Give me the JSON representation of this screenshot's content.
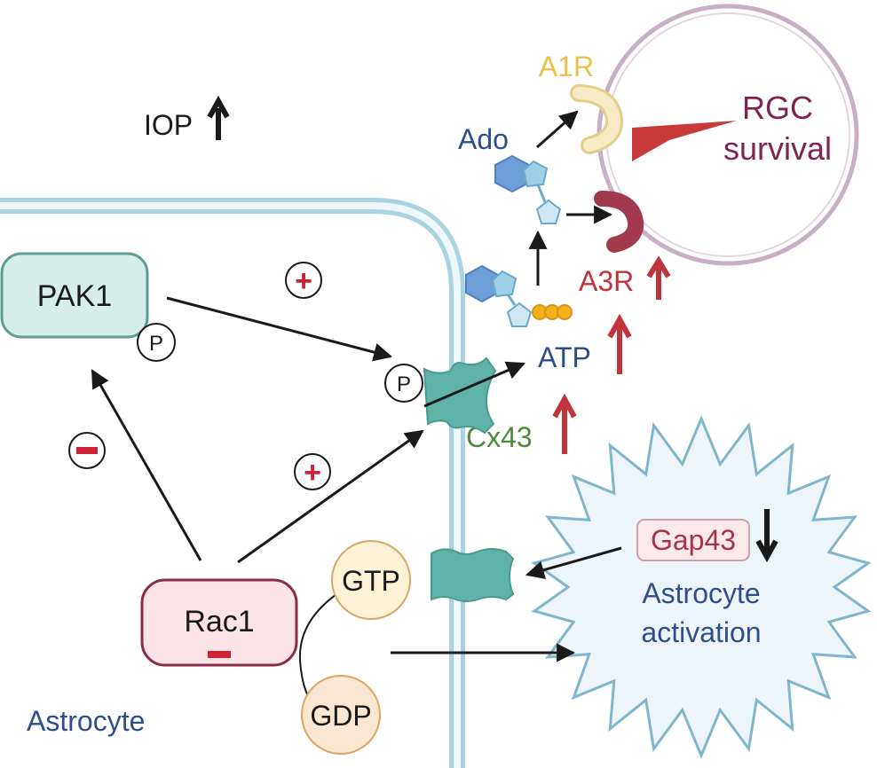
{
  "labels": {
    "iop": "IOP",
    "a1r": "A1R",
    "ado": "Ado",
    "rgc_line1": "RGC",
    "rgc_line2": "survival",
    "pak1": "PAK1",
    "p_symbol": "P",
    "plus": "+",
    "minus": "−",
    "a3r": "A3R",
    "atp": "ATP",
    "cx43": "Cx43",
    "gap43": "Gap43",
    "activation_line1": "Astrocyte",
    "activation_line2": "activation",
    "rac1": "Rac1",
    "gtp": "GTP",
    "gdp": "GDP",
    "astrocyte": "Astrocyte"
  },
  "colors": {
    "cell_membrane": "#a9d3e2",
    "pak1_fill": "#d6eeea",
    "pak1_stroke": "#5e9e95",
    "rac1_fill": "#fbe3e8",
    "rac1_stroke": "#8b2b4a",
    "rgc_ring": "#c9aec6",
    "rgc_text": "#7d2452",
    "receptor_a1r": "#f3e6b4",
    "receptor_a3r": "#a2394e",
    "a1r_text": "#e8c24a",
    "a3r_text": "#c0343c",
    "up_arrow_red": "#c0343c",
    "ado_text": "#2d4f8c",
    "atp_text": "#2d4f8c",
    "cx43_text": "#4d8a3a",
    "gap43_text": "#a83246",
    "activation_text": "#2d4f8c",
    "astrocyte_text": "#2d4f8c",
    "channel": "#5fb3a6",
    "phosphate": "#f3b21c",
    "hexagon": "#6f9fd8",
    "pentagon": "#9ecfe6",
    "star_fill": "#edf5fb",
    "star_stroke": "#7fb6cd",
    "gtp_fill": "#fdf1d6",
    "gdp_fill": "#fbe6d2",
    "nucleotide_stroke": "#d9a663",
    "arrow": "#1a1a1a",
    "sign_red": "#cc2233"
  },
  "icons": [
    "up-arrow-icon",
    "down-arrow-icon",
    "plus-sign-icon",
    "minus-sign-icon",
    "phospho-p-icon",
    "cx43-channel-icon",
    "adenosine-icon",
    "atp-icon",
    "receptor-icon",
    "pointer-icon"
  ]
}
